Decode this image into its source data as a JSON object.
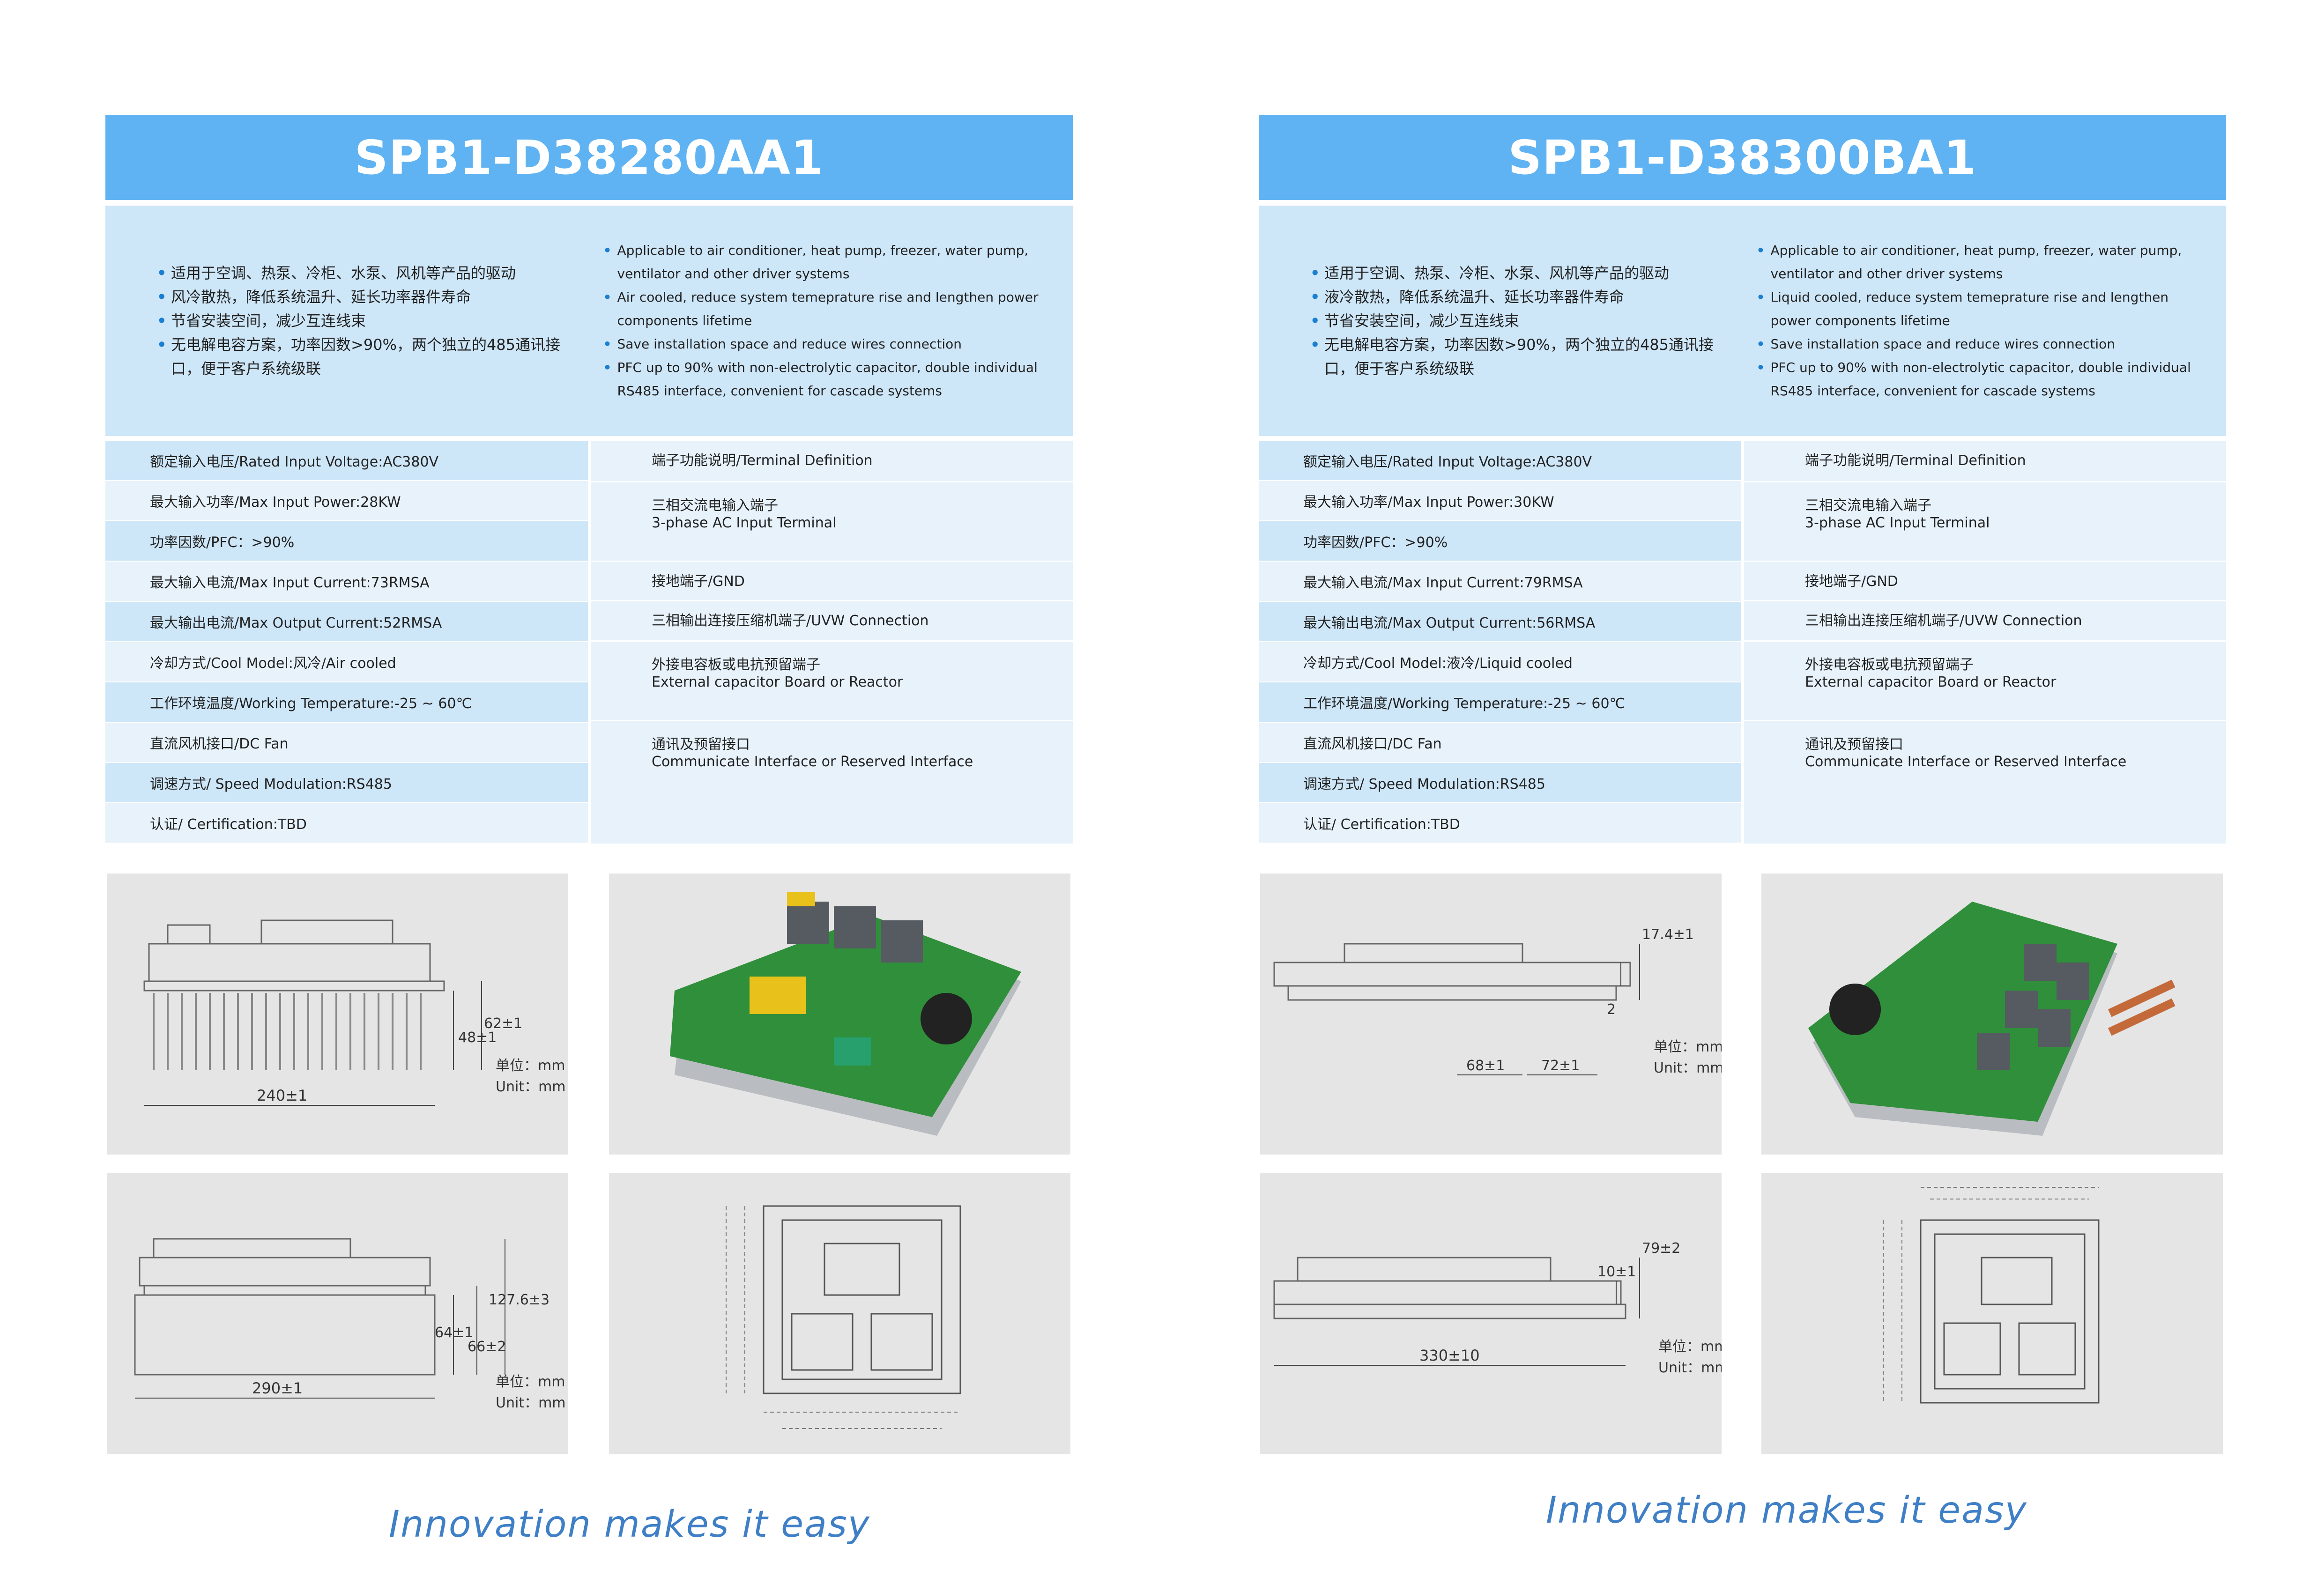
{
  "left": {
    "title": "SPB1-D38280AA1",
    "features_zh": [
      "适用于空调、热泵、冷柜、水泵、风机等产品的驱动",
      "风冷散热，降低系统温升、延长功率器件寿命",
      "节省安装空间，减少互连线束",
      "无电解电容方案，功率因数>90%，两个独立的485通讯接口，便于客户系统级联"
    ],
    "features_en": [
      "Applicable to air conditioner, heat pump, freezer, water pump, ventilator and other driver systems",
      "Air cooled, reduce system temeprature rise and lengthen power components lifetime",
      "Save installation space and reduce wires connection",
      "PFC up to 90% with non-electrolytic capacitor, double individual RS485 interface, convenient for cascade systems"
    ],
    "params": [
      "额定输入电压/Rated Input Voltage:AC380V",
      "最大输入功率/Max Input Power:28KW",
      "功率因数/PFC：>90%",
      "最大输入电流/Max Input Current:73RMSA",
      "最大输出电流/Max Output Current:52RMSA",
      "冷却方式/Cool Model:风冷/Air cooled",
      "工作环境温度/Working Temperature:-25 ~ 60℃",
      "直流风机接口/DC Fan",
      "调速方式/ Speed Modulation:RS485",
      "认证/ Certification:TBD"
    ],
    "terminals": [
      {
        "zh": "端子功能说明/Terminal Definition",
        "en": ""
      },
      {
        "zh": "三相交流电输入端子",
        "en": "3-phase AC Input Terminal"
      },
      {
        "zh": "接地端子/GND",
        "en": ""
      },
      {
        "zh": "三相输出连接压缩机端子/UVW Connection",
        "en": ""
      },
      {
        "zh": "外接电容板或电抗预留端子",
        "en": "External capacitor  Board or Reactor"
      },
      {
        "zh": "通讯及预留接口",
        "en": "Communicate Interface or Reserved Interface"
      }
    ],
    "dims1": {
      "len": "240±1",
      "h1": "48±1",
      "h2": "62±1",
      "unit_zh": "单位：mm",
      "unit_en": "Unit：mm"
    },
    "dims2": {
      "len": "290±1",
      "h1": "64±1",
      "h2": "66±2",
      "h3": "127.6±3",
      "unit_zh": "单位：mm",
      "unit_en": "Unit：mm"
    },
    "slogan": "Innovation makes it easy"
  },
  "right": {
    "title": "SPB1-D38300BA1",
    "features_zh": [
      "适用于空调、热泵、冷柜、水泵、风机等产品的驱动",
      "液冷散热，降低系统温升、延长功率器件寿命",
      "节省安装空间，减少互连线束",
      "无电解电容方案，功率因数>90%，两个独立的485通讯接口，便于客户系统级联"
    ],
    "features_en": [
      "Applicable to air conditioner, heat pump, freezer, water pump, ventilator and other driver systems",
      "Liquid cooled, reduce system temeprature rise and lengthen power components lifetime",
      "Save installation space and reduce wires connection",
      "PFC up to 90% with non-electrolytic capacitor, double individual RS485 interface, convenient for cascade systems"
    ],
    "params": [
      "额定输入电压/Rated Input Voltage:AC380V",
      "最大输入功率/Max Input Power:30KW",
      "功率因数/PFC：>90%",
      "最大输入电流/Max Input Current:79RMSA",
      "最大输出电流/Max Output Current:56RMSA",
      "冷却方式/Cool Model:液冷/Liquid cooled",
      "工作环境温度/Working Temperature:-25 ~ 60℃",
      "直流风机接口/DC Fan",
      "调速方式/ Speed Modulation:RS485",
      "认证/ Certification:TBD"
    ],
    "terminals": [
      {
        "zh": "端子功能说明/Terminal Definition",
        "en": ""
      },
      {
        "zh": "三相交流电输入端子",
        "en": "3-phase AC Input Terminal"
      },
      {
        "zh": "接地端子/GND",
        "en": ""
      },
      {
        "zh": "三相输出连接压缩机端子/UVW Connection",
        "en": ""
      },
      {
        "zh": "外接电容板或电抗预留端子",
        "en": "External capacitor  Board or Reactor"
      },
      {
        "zh": "通讯及预留接口",
        "en": "Communicate Interface or Reserved Interface"
      }
    ],
    "dims1": {
      "l1": "68±1",
      "l2": "72±1",
      "h1": "2",
      "h2": "17.4±1",
      "unit_zh": "单位：mm",
      "unit_en": "Unit：mm"
    },
    "dims2": {
      "len": "330±10",
      "h1": "10±1",
      "h2": "79±2",
      "unit_zh": "单位：mm",
      "unit_en": "Unit：mm"
    },
    "slogan": "Innovation makes it easy"
  },
  "colors": {
    "title_bar": "#5fb3f2",
    "feature_bg": "#cde6f8",
    "row_light": "#e7f2fb",
    "pcb_green": "#2f8f3a",
    "slogan": "#3f7fc6"
  }
}
